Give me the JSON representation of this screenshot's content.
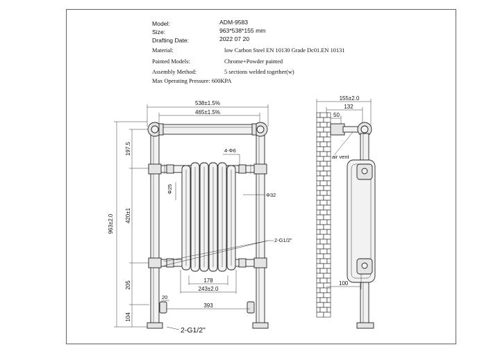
{
  "title_block": {
    "model_label": "Model:",
    "model_value": "ADM-9583",
    "size_label": "Size:",
    "size_value": "963*538*155 mm",
    "date_label": "Drafting Date:",
    "date_value": "2022 07 20",
    "material_label": "Material:",
    "material_value": "low Carbon Steel  EN 10130 Grade Dc01.EN 10131",
    "painted_label": "Painted Models:",
    "painted_value": "Chrome+Powder painted",
    "assembly_label": "Assembly Method:",
    "assembly_value": "5 sections welded together(w)",
    "pressure_label": "Max Operating Pressure: 600KPA"
  },
  "front_view": {
    "dim_overall_width": "538±1.5%",
    "dim_rail_width": "465±1.5%",
    "dim_top_section": "197.5",
    "dim_overall_height": "963±2.0",
    "dim_column_height": "420±1",
    "dim_bottom_section": "205",
    "dim_foot": "104",
    "dim_connector": "4-Φ6",
    "dim_tube": "Φ25",
    "dim_leg": "Φ32",
    "dim_thread": "2-G1/2\"",
    "dim_col_inner": "178",
    "dim_col_outer": "243±2.0",
    "dim_valve_offset": "20",
    "dim_valve_centres": "393",
    "label_valve": "2-G1/2\""
  },
  "side_view": {
    "dim_depth": "155±2.0",
    "dim_depth_inner": "132",
    "dim_wall_offset": "50",
    "label_air_vent": "air vent",
    "dim_bottom": "100"
  }
}
